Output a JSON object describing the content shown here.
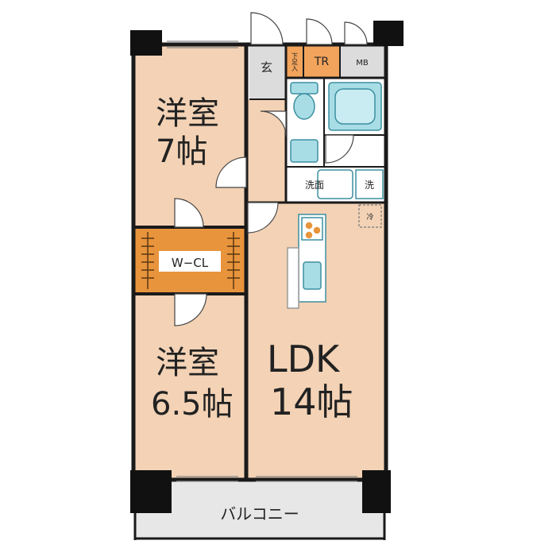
{
  "rooms": {
    "western_room_1": {
      "name": "洋室",
      "size": "7帖"
    },
    "western_room_2": {
      "name": "洋室",
      "size": "6.5帖"
    },
    "walk_in_closet": {
      "name": "W−CL"
    },
    "ldk": {
      "name": "LDK",
      "size": "14帖"
    },
    "balcony": {
      "name": "バルコニー"
    },
    "entrance": {
      "name": "玄"
    },
    "shoe_box": {
      "name": "下足入"
    },
    "trunk_room": {
      "name": "TR"
    },
    "meter_box": {
      "name": "MB"
    },
    "washroom": {
      "name": "洗面"
    },
    "washer": {
      "name": "洗"
    },
    "fridge": {
      "name": "冷"
    }
  },
  "colors": {
    "room_fill": "#f3d2b5",
    "closet_fill": "#e8943d",
    "wall": "#1a1a1a",
    "wet_area_fill": "#ffffff",
    "fixture_fill": "#a9dde6",
    "fixture_stroke": "#3c8fa0",
    "balcony_fill": "#e7e7e7",
    "entrance_fill": "#dcdcdc",
    "trunk_fill": "#f2a45c"
  }
}
